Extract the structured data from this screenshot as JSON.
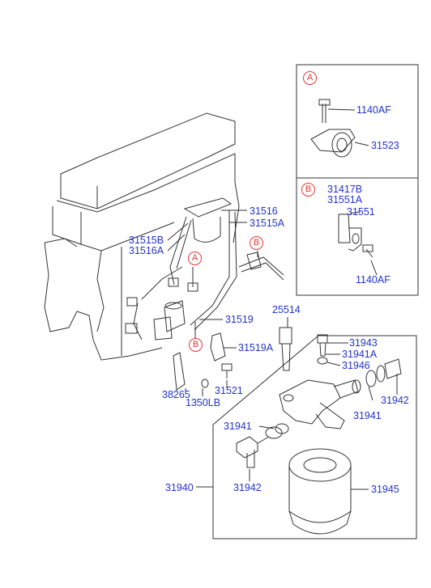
{
  "colors": {
    "label": "#2233cc",
    "marker": "#e53935",
    "line": "#333333"
  },
  "markers": {
    "a": "A",
    "b": "B"
  },
  "inset_a": {
    "title": "A",
    "parts": [
      "1140AF",
      "31523"
    ]
  },
  "inset_b": {
    "title": "B",
    "parts": [
      "31417B",
      "31551A",
      "31551",
      "1140AF"
    ]
  },
  "labels": {
    "p31516": "31516",
    "p31515A": "31515A",
    "p31515B": "31515B",
    "p31516A": "31516A",
    "p31519": "31519",
    "p31519A": "31519A",
    "p38265": "38265",
    "p1350LB": "1350LB",
    "p31521": "31521",
    "p25514": "25514",
    "p31943": "31943",
    "p31941A": "31941A",
    "p31946": "31946",
    "p31942r": "31942",
    "p31941r": "31941",
    "p31941l": "31941",
    "p31940": "31940",
    "p31942l": "31942",
    "p31945": "31945"
  }
}
